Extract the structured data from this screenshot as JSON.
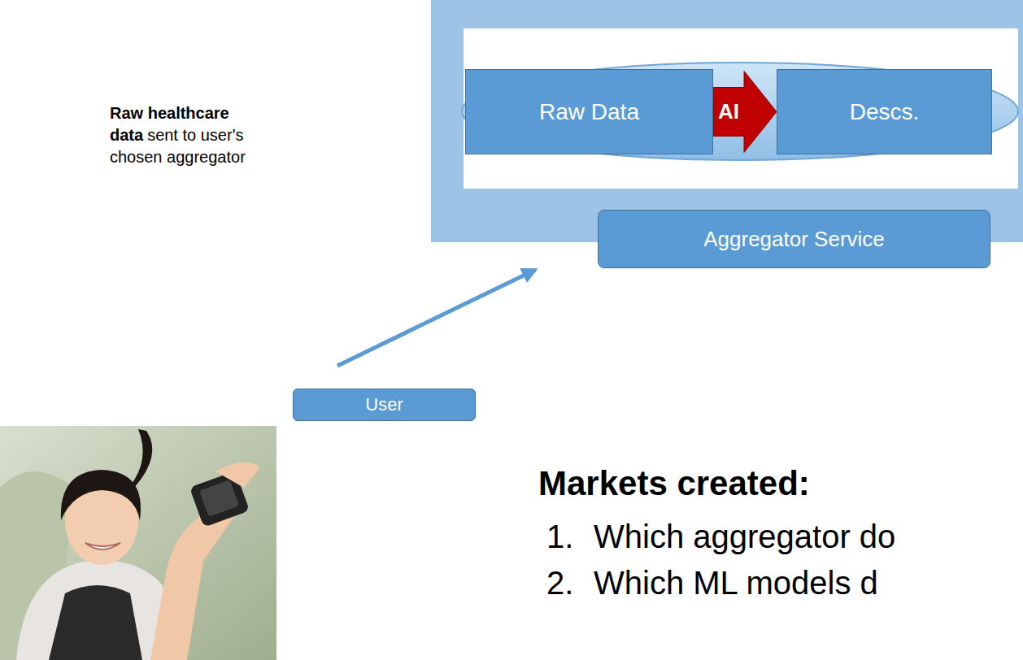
{
  "diagram": {
    "nodes": [
      {
        "text": [
          "Aggregator Service"
        ]
      },
      {
        "text": [
          "Raw Data"
        ],
        "in": 0
      },
      {
        "text": [
          "Descs."
        ],
        "in": 0
      },
      {
        "text": [
          "User"
        ]
      }
    ],
    "edges": [
      {
        "from": 1,
        "to": 2,
        "arrow": "to",
        "label": "AI"
      },
      {
        "from": 3,
        "to": 0,
        "arrow": "to"
      }
    ],
    "labels": [
      "Raw healthcare data",
      "sent to user's chosen aggregator",
      "Markets created:",
      "1.",
      "Which aggregator do",
      "2.",
      "Which ML models d"
    ]
  }
}
